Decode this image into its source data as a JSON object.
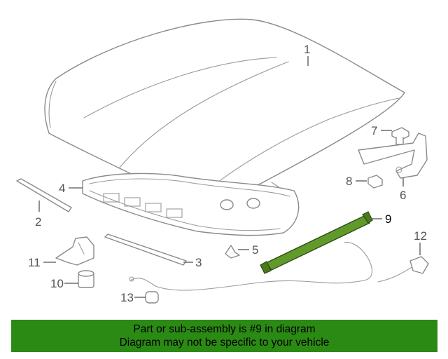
{
  "callouts": [
    "1",
    "2",
    "3",
    "4",
    "5",
    "6",
    "7",
    "8",
    "9",
    "10",
    "11",
    "12",
    "13"
  ],
  "highlight_color": "#5f9a2b",
  "banner": {
    "line1": "Part or sub-assembly is #9 in diagram",
    "line2": "Diagram may not be specific to your vehicle",
    "background": "#2b8a14"
  }
}
